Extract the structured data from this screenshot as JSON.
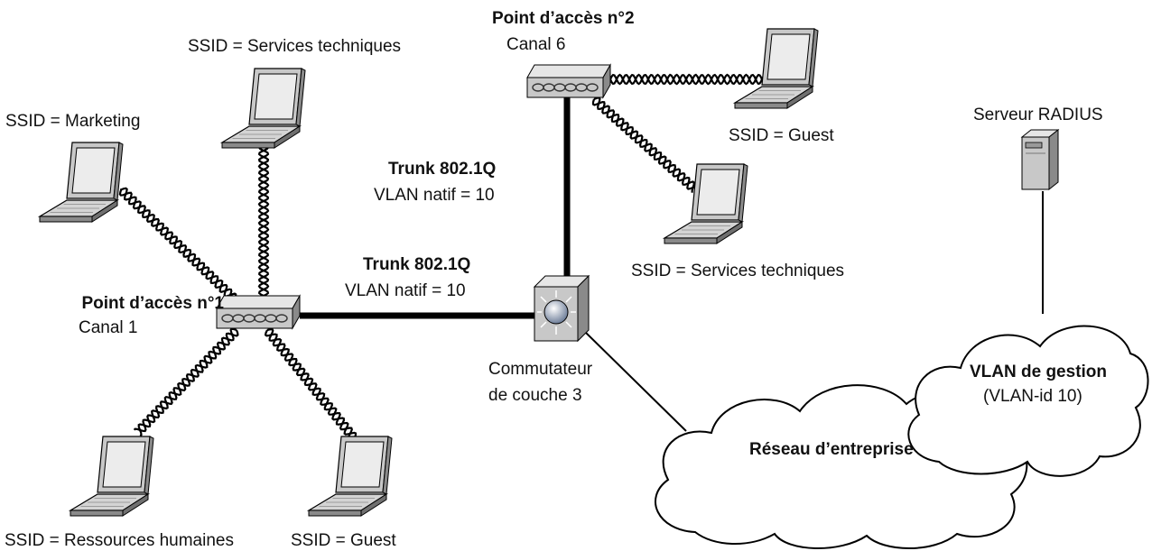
{
  "access_points": [
    {
      "name": "Point d’accès n°1",
      "channel": "Canal 1"
    },
    {
      "name": "Point d’accès n°2",
      "channel": "Canal 6"
    }
  ],
  "ssids": {
    "marketing": "SSID = Marketing",
    "services_ap1": "SSID = Services techniques",
    "rh": "SSID = Ressources humaines",
    "guest_ap1": "SSID = Guest",
    "guest_ap2": "SSID = Guest",
    "services_ap2": "SSID = Services techniques"
  },
  "trunks": [
    {
      "title": "Trunk 802.1Q",
      "vlan": "VLAN natif = 10"
    },
    {
      "title": "Trunk 802.1Q",
      "vlan": "VLAN natif = 10"
    }
  ],
  "switch": {
    "line1": "Commutateur",
    "line2": "de couche 3"
  },
  "radius": "Serveur RADIUS",
  "clouds": {
    "enterprise": "Réseau d’entreprise",
    "mgmt_title": "VLAN de gestion",
    "mgmt_sub": "(VLAN-id 10)"
  },
  "colors": {
    "device": "#c8c8c8",
    "line": "#000000",
    "switch_ball": "#9fb0c8"
  }
}
